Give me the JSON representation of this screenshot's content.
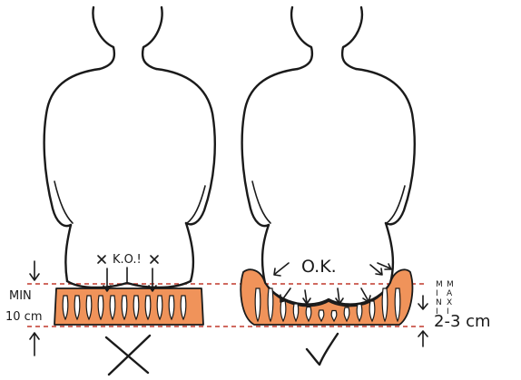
{
  "labels": {
    "ko": "K.O.!",
    "ok": "O.K.",
    "min": "MIN",
    "height_min": "10 cm",
    "range": "2-3 cm",
    "mini_vertical": "MINI",
    "maxi_vertical": "MAXI"
  },
  "symbols": {
    "left_verdict": "cross-mark",
    "right_verdict": "check-mark"
  },
  "colors": {
    "cushion": "#f0935a",
    "guide_line": "#c0392b",
    "ink": "#1a1a1a"
  }
}
